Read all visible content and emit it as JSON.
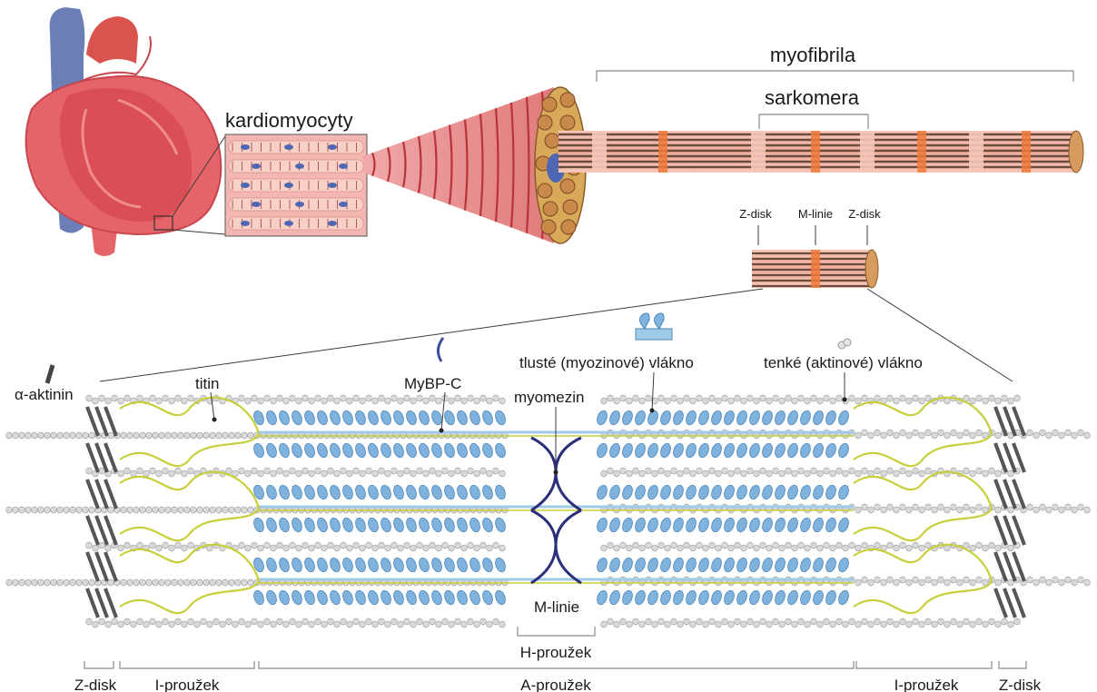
{
  "labels": {
    "cardiomyocytes": "kardiomyocyty",
    "myofibril": "myofibrila",
    "sarcomere": "sarkomera",
    "zdisk_top_left": "Z-disk",
    "mline_top": "M-linie",
    "zdisk_top_right": "Z-disk",
    "alpha_actinin": "α-aktinin",
    "titin": "titin",
    "mybpc": "MyBP-C",
    "myomesin": "myomezin",
    "thick_filament": "tlusté (myozinové) vlákno",
    "thin_filament": "tenké (aktinové) vlákno",
    "mline_bottom": "M-linie",
    "hband": "H-proužek",
    "zdisk_bottom_left": "Z-disk",
    "iband_left": "I-proužek",
    "aband": "A-proužek",
    "iband_right": "I-proužek",
    "zdisk_bottom_right": "Z-disk"
  },
  "colors": {
    "heart_red": "#e5646a",
    "heart_dark": "#c8474e",
    "vessel_blue": "#6b7fb6",
    "myofibril_stripe": "#6b4b3e",
    "myofibril_light": "#f1b7a6",
    "zline_orange": "#f07a3a",
    "myosin_blue": "#7fb2dd",
    "myosin_dark": "#4f87b8",
    "titin_yellow": "#c7cf3a",
    "myomesin_navy": "#2b2f7a",
    "actin_grey": "#d9d9d9",
    "zdisk_grey": "#555555"
  }
}
